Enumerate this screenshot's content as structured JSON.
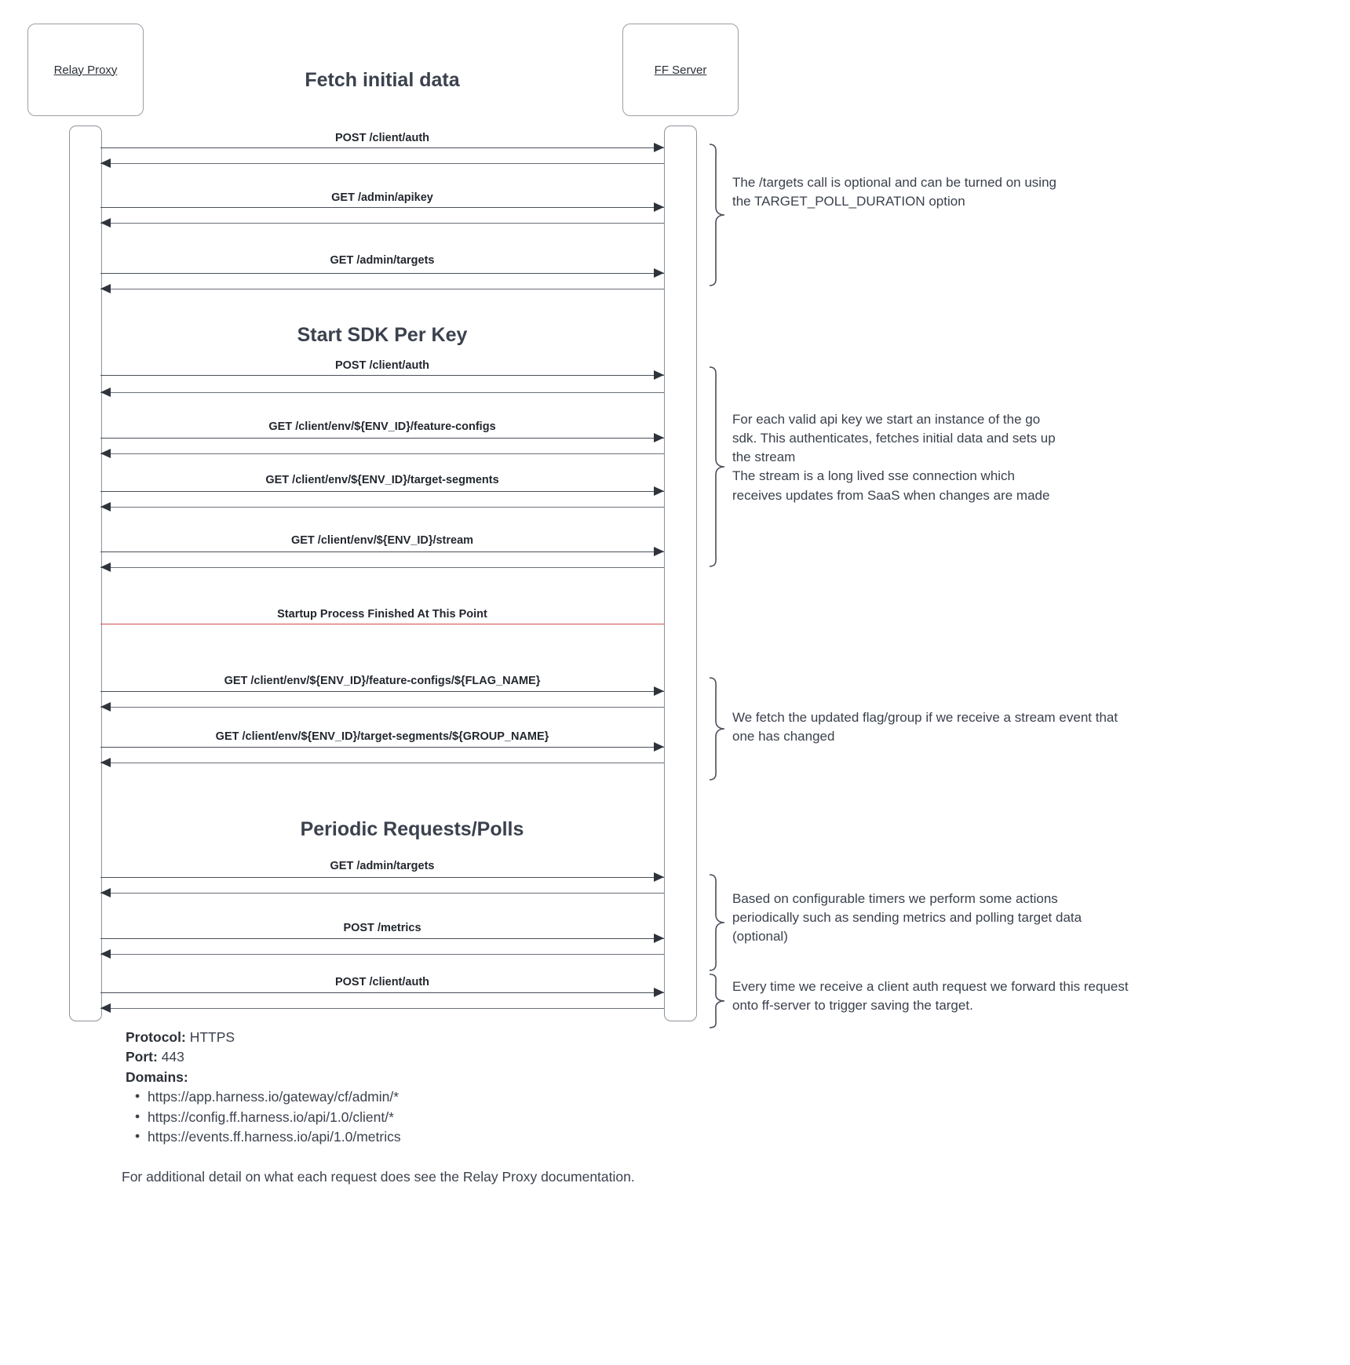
{
  "diagram": {
    "type": "sequence-diagram",
    "participants": [
      {
        "id": "relay-proxy",
        "label": "Relay Proxy"
      },
      {
        "id": "ff-server",
        "label": "FF Server"
      }
    ],
    "sections": [
      {
        "id": "fetch-initial-data",
        "title": "Fetch initial data"
      },
      {
        "id": "start-sdk-per-key",
        "title": "Start SDK Per Key"
      },
      {
        "id": "periodic-requests",
        "title": "Periodic Requests/Polls"
      }
    ],
    "divider": {
      "label": "Startup Process Finished At This Point",
      "color": "#d1504f"
    },
    "messages": [
      {
        "label": "POST /client/auth",
        "direction": "request"
      },
      {
        "label": "",
        "direction": "reply"
      },
      {
        "label": "GET /admin/apikey",
        "direction": "request"
      },
      {
        "label": "",
        "direction": "reply"
      },
      {
        "label": "GET /admin/targets",
        "direction": "request"
      },
      {
        "label": "",
        "direction": "reply"
      },
      {
        "label": "POST /client/auth",
        "direction": "request"
      },
      {
        "label": "",
        "direction": "reply"
      },
      {
        "label": "GET /client/env/${ENV_ID}/feature-configs",
        "direction": "request"
      },
      {
        "label": "",
        "direction": "reply"
      },
      {
        "label": "GET /client/env/${ENV_ID}/target-segments",
        "direction": "request"
      },
      {
        "label": "",
        "direction": "reply"
      },
      {
        "label": "GET /client/env/${ENV_ID}/stream",
        "direction": "request"
      },
      {
        "label": "",
        "direction": "reply"
      },
      {
        "label": "GET /client/env/${ENV_ID}/feature-configs/${FLAG_NAME}",
        "direction": "request"
      },
      {
        "label": "",
        "direction": "reply"
      },
      {
        "label": "GET /client/env/${ENV_ID}/target-segments/${GROUP_NAME}",
        "direction": "request"
      },
      {
        "label": "",
        "direction": "reply"
      },
      {
        "label": "GET /admin/targets",
        "direction": "request"
      },
      {
        "label": "",
        "direction": "reply"
      },
      {
        "label": "POST /metrics",
        "direction": "request"
      },
      {
        "label": "",
        "direction": "reply"
      },
      {
        "label": "POST /client/auth",
        "direction": "request"
      },
      {
        "label": "",
        "direction": "reply"
      }
    ],
    "notes": [
      {
        "id": "targets-optional",
        "text": "The /targets call is optional and can be turned on using the TARGET_POLL_DURATION option"
      },
      {
        "id": "sdk-instance",
        "text": "For each valid api key we start an instance of the go sdk. This authenticates, fetches initial data and sets up the stream\nThe stream is a long lived sse connection which receives updates from SaaS when changes are made"
      },
      {
        "id": "stream-update",
        "text": "We fetch the updated flag/group if we receive a stream event that one has changed"
      },
      {
        "id": "periodic-timers",
        "text": "Based on configurable timers we perform some actions periodically such as sending metrics and polling target data (optional)"
      },
      {
        "id": "client-auth-forward",
        "text": "Every time we receive a client auth request we forward this request onto ff-server to trigger saving the target."
      }
    ]
  },
  "footer": {
    "protocol_label": "Protocol:",
    "protocol_value": "HTTPS",
    "port_label": "Port:",
    "port_value": "443",
    "domains_label": "Domains:",
    "domains": [
      "https://app.harness.io/gateway/cf/admin/*",
      "https://config.ff.harness.io/api/1.0/client/*",
      "https://events.ff.harness.io/api/1.0/metrics"
    ],
    "note": "For additional detail on what each request does see the Relay Proxy documentation."
  }
}
